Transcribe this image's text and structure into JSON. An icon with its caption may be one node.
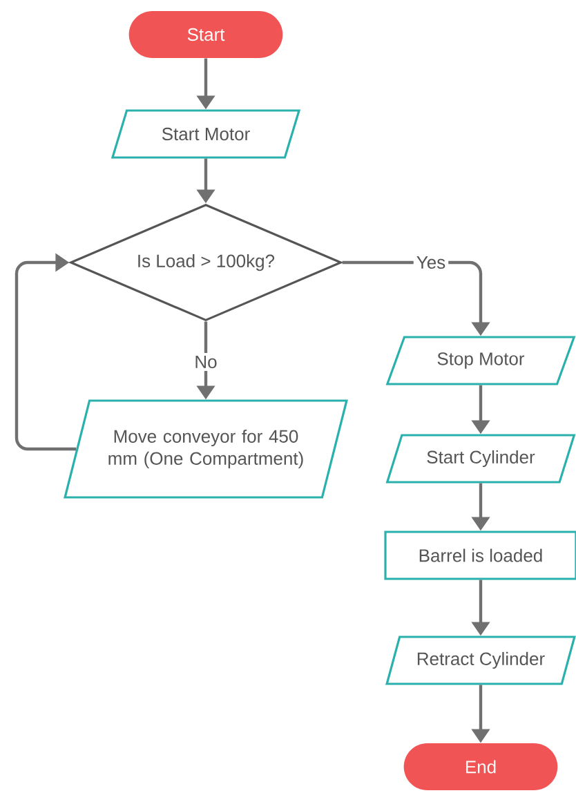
{
  "diagram": {
    "nodes": [
      {
        "text": [
          "Start"
        ]
      },
      {
        "text": [
          "Start Motor"
        ]
      },
      {
        "text": [
          "Is Load > 100kg?"
        ]
      },
      {
        "text": [
          "Move conveyor for 450 mm (One Compartment)"
        ]
      },
      {
        "text": [
          "Stop Motor"
        ]
      },
      {
        "text": [
          "Start Cylinder"
        ]
      },
      {
        "text": [
          "Barrel is loaded"
        ]
      },
      {
        "text": [
          "Retract Cylinder"
        ]
      },
      {
        "text": [
          "End"
        ]
      }
    ],
    "edges": [
      {
        "from": 0,
        "to": 1,
        "arrow": "to"
      },
      {
        "from": 1,
        "to": 2,
        "arrow": "to"
      },
      {
        "from": 2,
        "to": 4,
        "arrow": "to",
        "label": "Yes"
      },
      {
        "from": 2,
        "to": 3,
        "arrow": "to",
        "label": "No"
      },
      {
        "from": 3,
        "to": 2,
        "arrow": "to"
      },
      {
        "from": 4,
        "to": 5,
        "arrow": "to"
      },
      {
        "from": 5,
        "to": 6,
        "arrow": "to"
      },
      {
        "from": 6,
        "to": 7,
        "arrow": "to"
      },
      {
        "from": 7,
        "to": 8,
        "arrow": "to"
      }
    ]
  }
}
